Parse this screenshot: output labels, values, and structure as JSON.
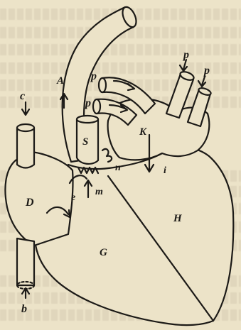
{
  "labels": {
    "aorta": "A",
    "pulmonary_left_1": "p",
    "pulmonary_left_2": "p",
    "pulmonary_right_1": "p",
    "pulmonary_right_2": "p",
    "pulmonary_artery": "S",
    "left_atrium": "K",
    "vena_cava_superior": "c",
    "vena_cava_inferior": "b",
    "right_atrium": "D",
    "right_ventricle": "G",
    "left_ventricle": "H",
    "valve_n": "n",
    "valve_m": "m",
    "valve_i": "i",
    "valve_e": "e"
  }
}
